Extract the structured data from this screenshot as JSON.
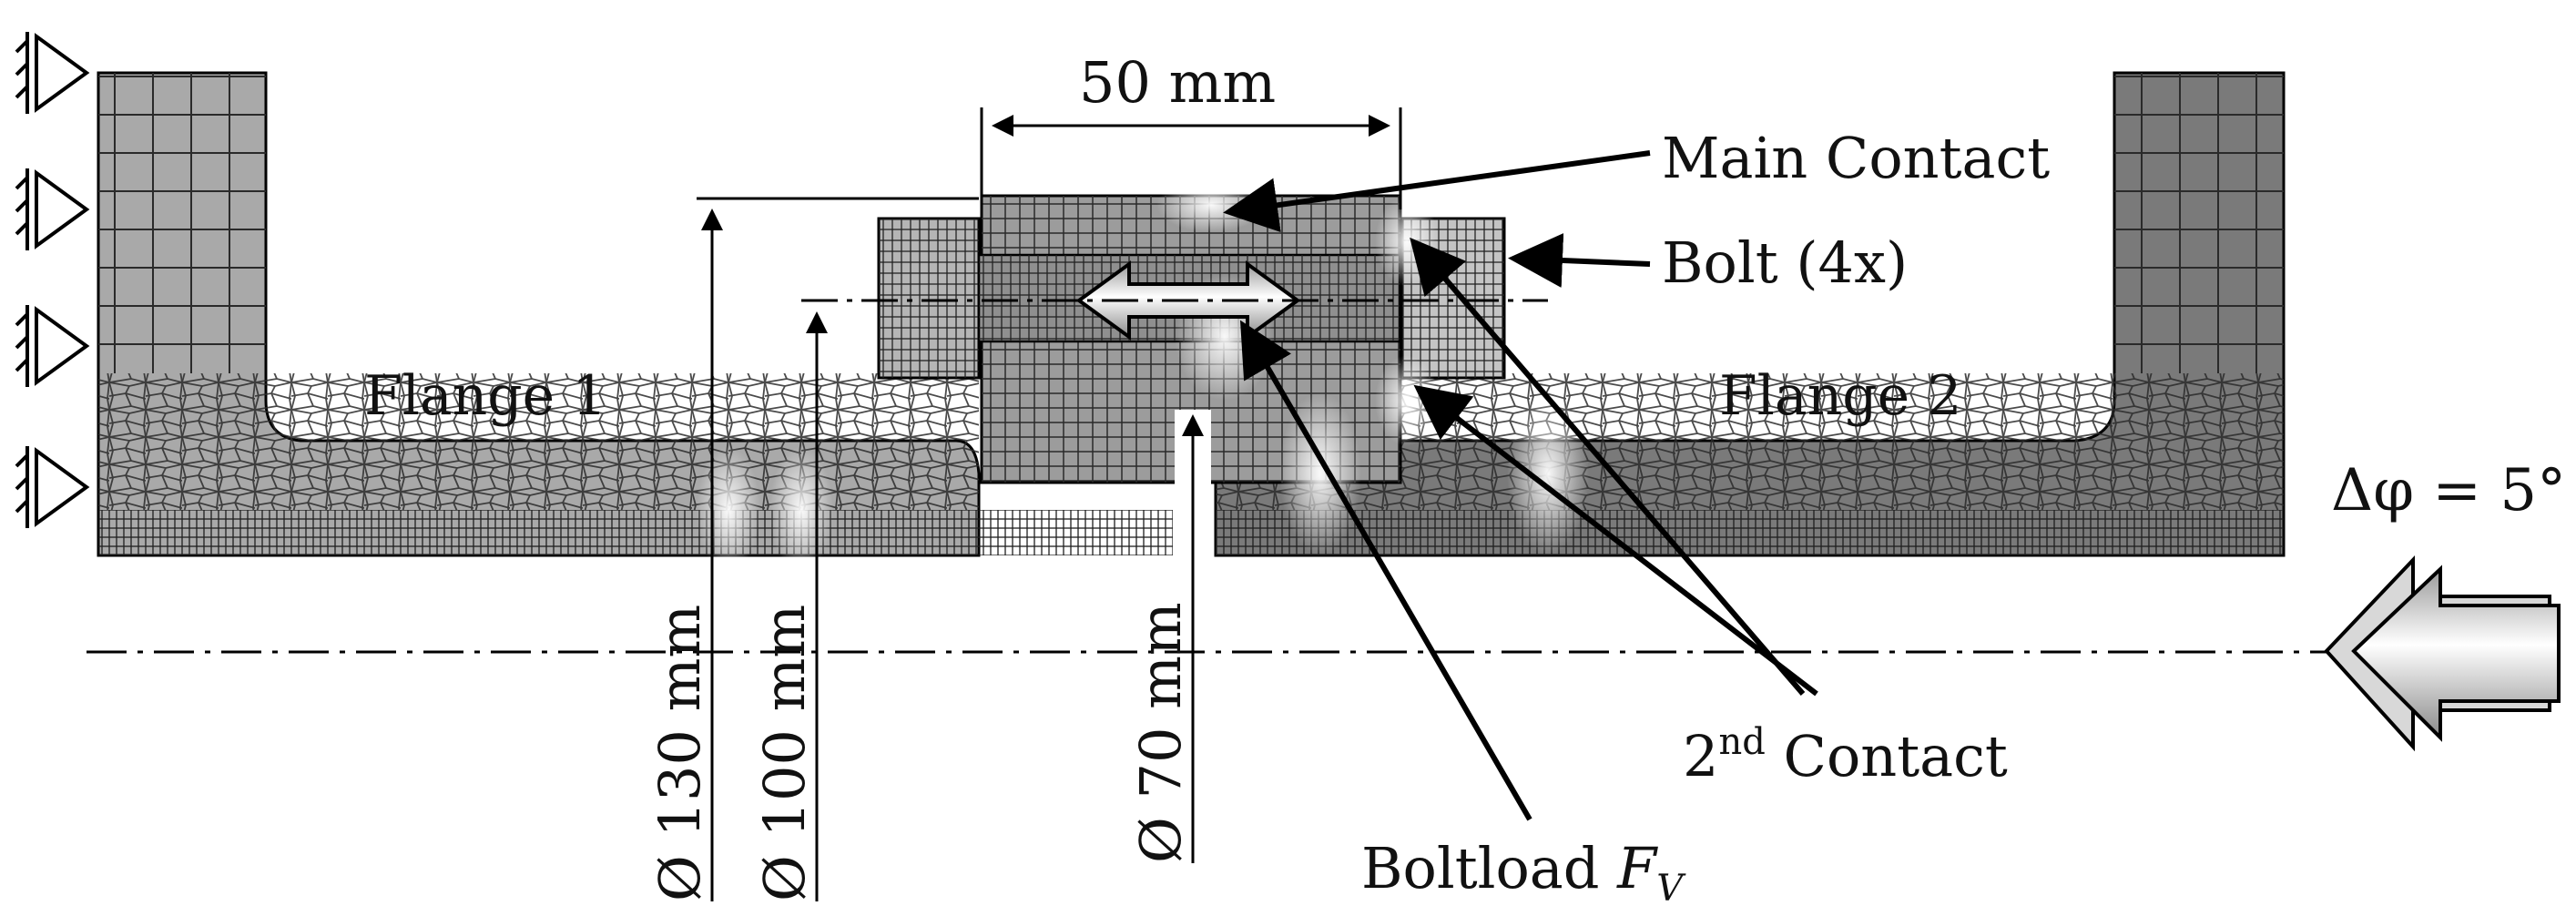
{
  "labels": {
    "flange1": "Flange 1",
    "flange2": "Flange 2",
    "dim_50": "50 mm",
    "main_contact": "Main Contact",
    "bolt": "Bolt (4x)",
    "second_contact_sup": "nd",
    "second_contact_num": "2",
    "second_contact_word": " Contact",
    "boltload_text": "Boltload ",
    "boltload_F": "F",
    "boltload_sub": "V",
    "delta_phi": "Δφ = 5°",
    "dia_130": "Ø 130 mm",
    "dia_100": "Ø 100 mm",
    "dia_70": "Ø 70 mm"
  },
  "colors": {
    "flange1_fill": "#a9a9a9",
    "flange2_fill": "#7a7a7a",
    "mesh_line": "#2a2a2a",
    "stroke": "#000000"
  }
}
